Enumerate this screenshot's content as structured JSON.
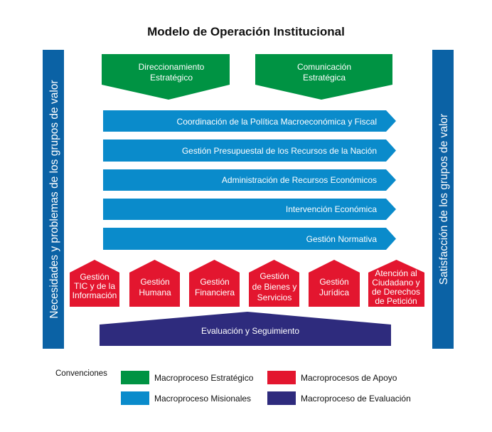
{
  "title": "Modelo de Operación Institucional",
  "left_bar": "Necesidades y problemas de los grupos de valor",
  "right_bar": "Satisfacción de los grupos de valor",
  "colors": {
    "estrategico": "#009343",
    "misional": "#0a8bcb",
    "apoyo": "#e3162f",
    "evaluacion": "#2e2b7d",
    "side": "#0b62a5"
  },
  "estrategicos": [
    {
      "lines": [
        "Direccionamiento",
        "Estratégico"
      ]
    },
    {
      "lines": [
        "Comunicación",
        "Estratégica"
      ]
    }
  ],
  "misionales": [
    "Coordinación de la Política Macroeconómica y Fiscal",
    "Gestión Presupuestal de los Recursos de la Nación",
    "Administración de Recursos Económicos",
    "Intervención Económica",
    "Gestión Normativa"
  ],
  "apoyo": [
    {
      "lines": [
        "Gestión",
        "TIC y de la",
        "Información"
      ]
    },
    {
      "lines": [
        "Gestión",
        "Humana"
      ]
    },
    {
      "lines": [
        "Gestión",
        "Financiera"
      ]
    },
    {
      "lines": [
        "Gestión",
        "de Bienes y",
        "Servicios"
      ]
    },
    {
      "lines": [
        "Gestión",
        "Jurídica"
      ]
    },
    {
      "lines": [
        "Atención al",
        "Ciudadano y",
        "de Derechos",
        "de Petición"
      ]
    }
  ],
  "evaluacion": "Evaluación y Seguimiento",
  "legend": {
    "title": "Convenciones",
    "items": [
      "Macroproceso Estratégico",
      "Macroprocesos de Apoyo",
      "Macroproceso Misionales",
      "Macroproceso de Evaluación"
    ]
  }
}
